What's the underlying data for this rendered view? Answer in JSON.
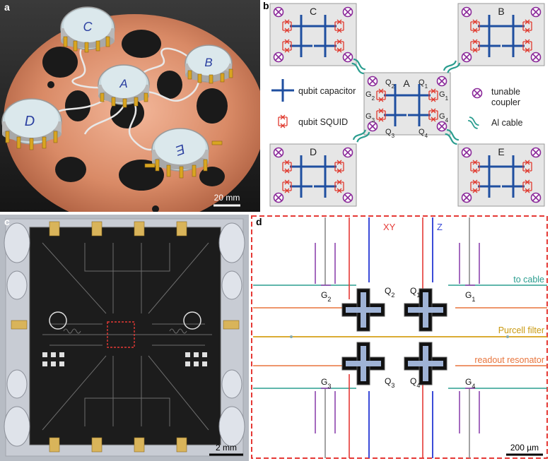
{
  "panels": {
    "a": {
      "label": "a",
      "modules": [
        "C",
        "B",
        "A",
        "D",
        "E"
      ],
      "scale_bar": "20 mm"
    },
    "b": {
      "label": "b",
      "chips": [
        "C",
        "B",
        "A",
        "D",
        "E"
      ],
      "qubits": {
        "q1": "Q",
        "q1_sub": "1",
        "q2": "Q",
        "q2_sub": "2",
        "q3": "Q",
        "q3_sub": "3",
        "q4": "Q",
        "q4_sub": "4"
      },
      "couplers": {
        "g1": "G",
        "g1_sub": "1",
        "g2": "G",
        "g2_sub": "2",
        "g3": "G",
        "g3_sub": "3",
        "g4": "G",
        "g4_sub": "4"
      },
      "legend": {
        "qubit_capacitor": "qubit capacitor",
        "qubit_squid": "qubit SQUID",
        "tunable_coupler_1": "tunable",
        "tunable_coupler_2": "coupler",
        "al_cable": "Al cable"
      },
      "colors": {
        "capacitor": "#1f4fa0",
        "squid": "#e03a2f",
        "coupler": "#8b2a9a",
        "cable": "#2a9d8f",
        "chip": "#e6e6e6"
      }
    },
    "c": {
      "label": "c",
      "scale_bar": "2 mm"
    },
    "d": {
      "label": "d",
      "line_labels": {
        "xy": "XY",
        "z": "Z",
        "to_cable": "to cable",
        "purcell": "Purcell filter",
        "readout": "readout resonator"
      },
      "qubits": {
        "q1": "Q",
        "q1_sub": "1",
        "q2": "Q",
        "q2_sub": "2",
        "q3": "Q",
        "q3_sub": "3",
        "q4": "Q",
        "q4_sub": "4"
      },
      "couplers": {
        "g1": "G",
        "g1_sub": "1",
        "g2": "G",
        "g2_sub": "2",
        "g3": "G",
        "g3_sub": "3",
        "g4": "G",
        "g4_sub": "4"
      },
      "scale_bar": "200 µm",
      "colors": {
        "xy": "#e53935",
        "z": "#3b4bd8",
        "cable": "#2a9d8f",
        "purcell": "#d4a017",
        "readout": "#e8743b",
        "coupler_line": "#8e44ad",
        "border": "#e53935"
      }
    }
  }
}
